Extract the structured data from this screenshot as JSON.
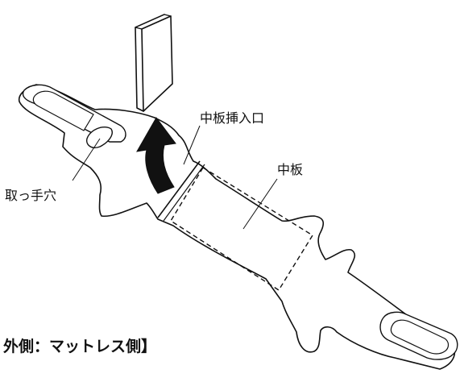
{
  "labels": {
    "insert_slot": "中板挿入口",
    "center_board": "中板",
    "handle_hole": "取っ手穴"
  },
  "caption": "外側：マットレス側】",
  "colors": {
    "line": "#111111",
    "fill": "#ffffff",
    "arrow": "#111111"
  }
}
